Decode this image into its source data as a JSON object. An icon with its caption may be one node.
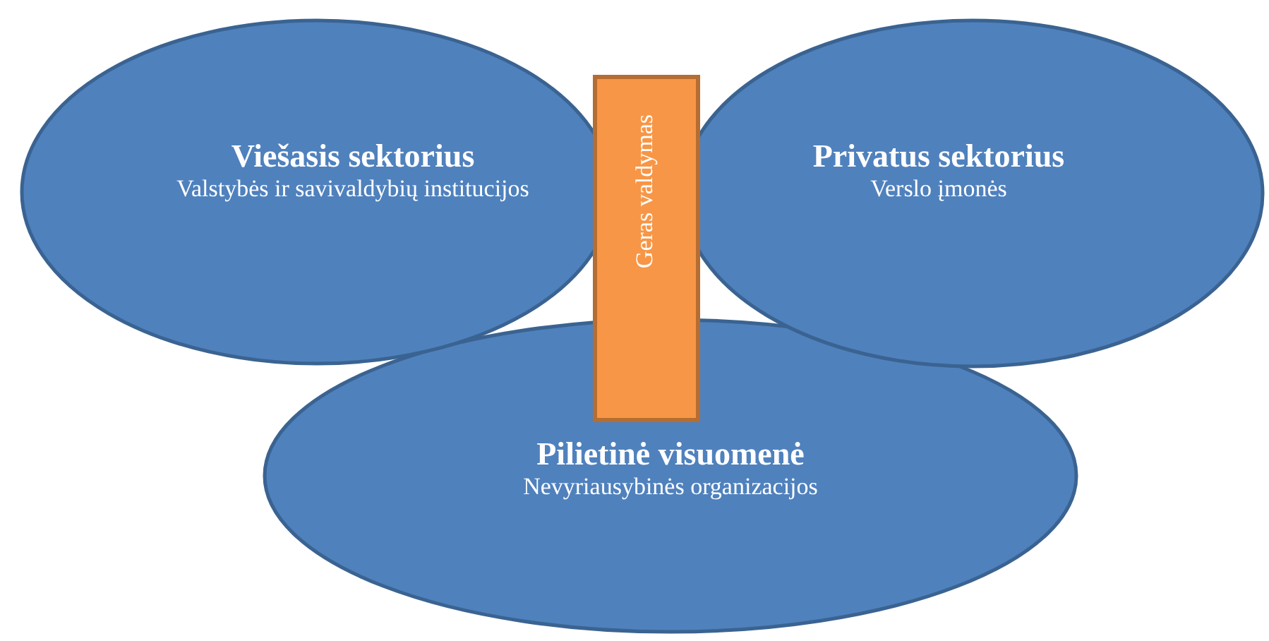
{
  "diagram": {
    "nodes": [
      {
        "text": [
          "Viešasis sektorius",
          "Valstybės ir savivaldybių institucijos"
        ]
      },
      {
        "text": [
          "Geras valdymas"
        ]
      },
      {
        "text": [
          "Privatus sektorius",
          "Verslo įmonės"
        ]
      },
      {
        "text": [
          "Pilietinė visuomenė",
          "Nevyriausybinės organizacijos"
        ]
      }
    ]
  }
}
